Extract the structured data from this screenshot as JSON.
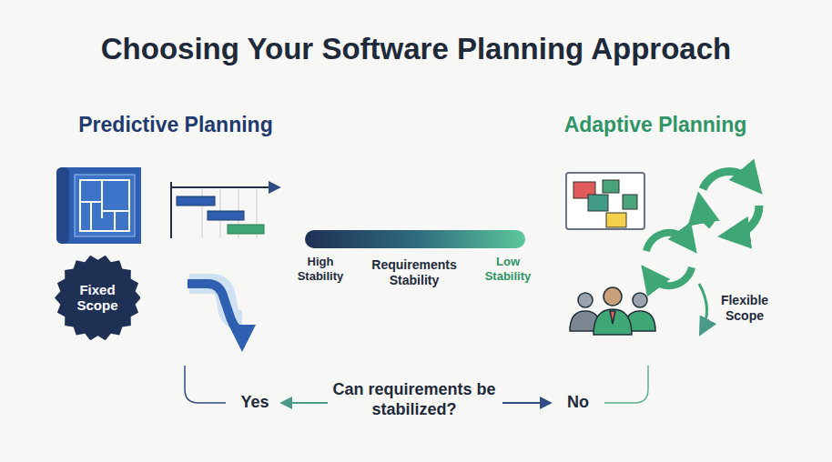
{
  "diagram": {
    "title": "Choosing Your Software Planning Approach",
    "nodes": [
      {
        "text": [
          "Fixed Scope"
        ]
      }
    ],
    "labels": [
      "Predictive Planning",
      "Adaptive Planning",
      "High Stability",
      "Requirements Stability",
      "Low Stability",
      "Flexible Scope",
      "Yes",
      "Can requirements be stabilized?",
      "No"
    ]
  }
}
